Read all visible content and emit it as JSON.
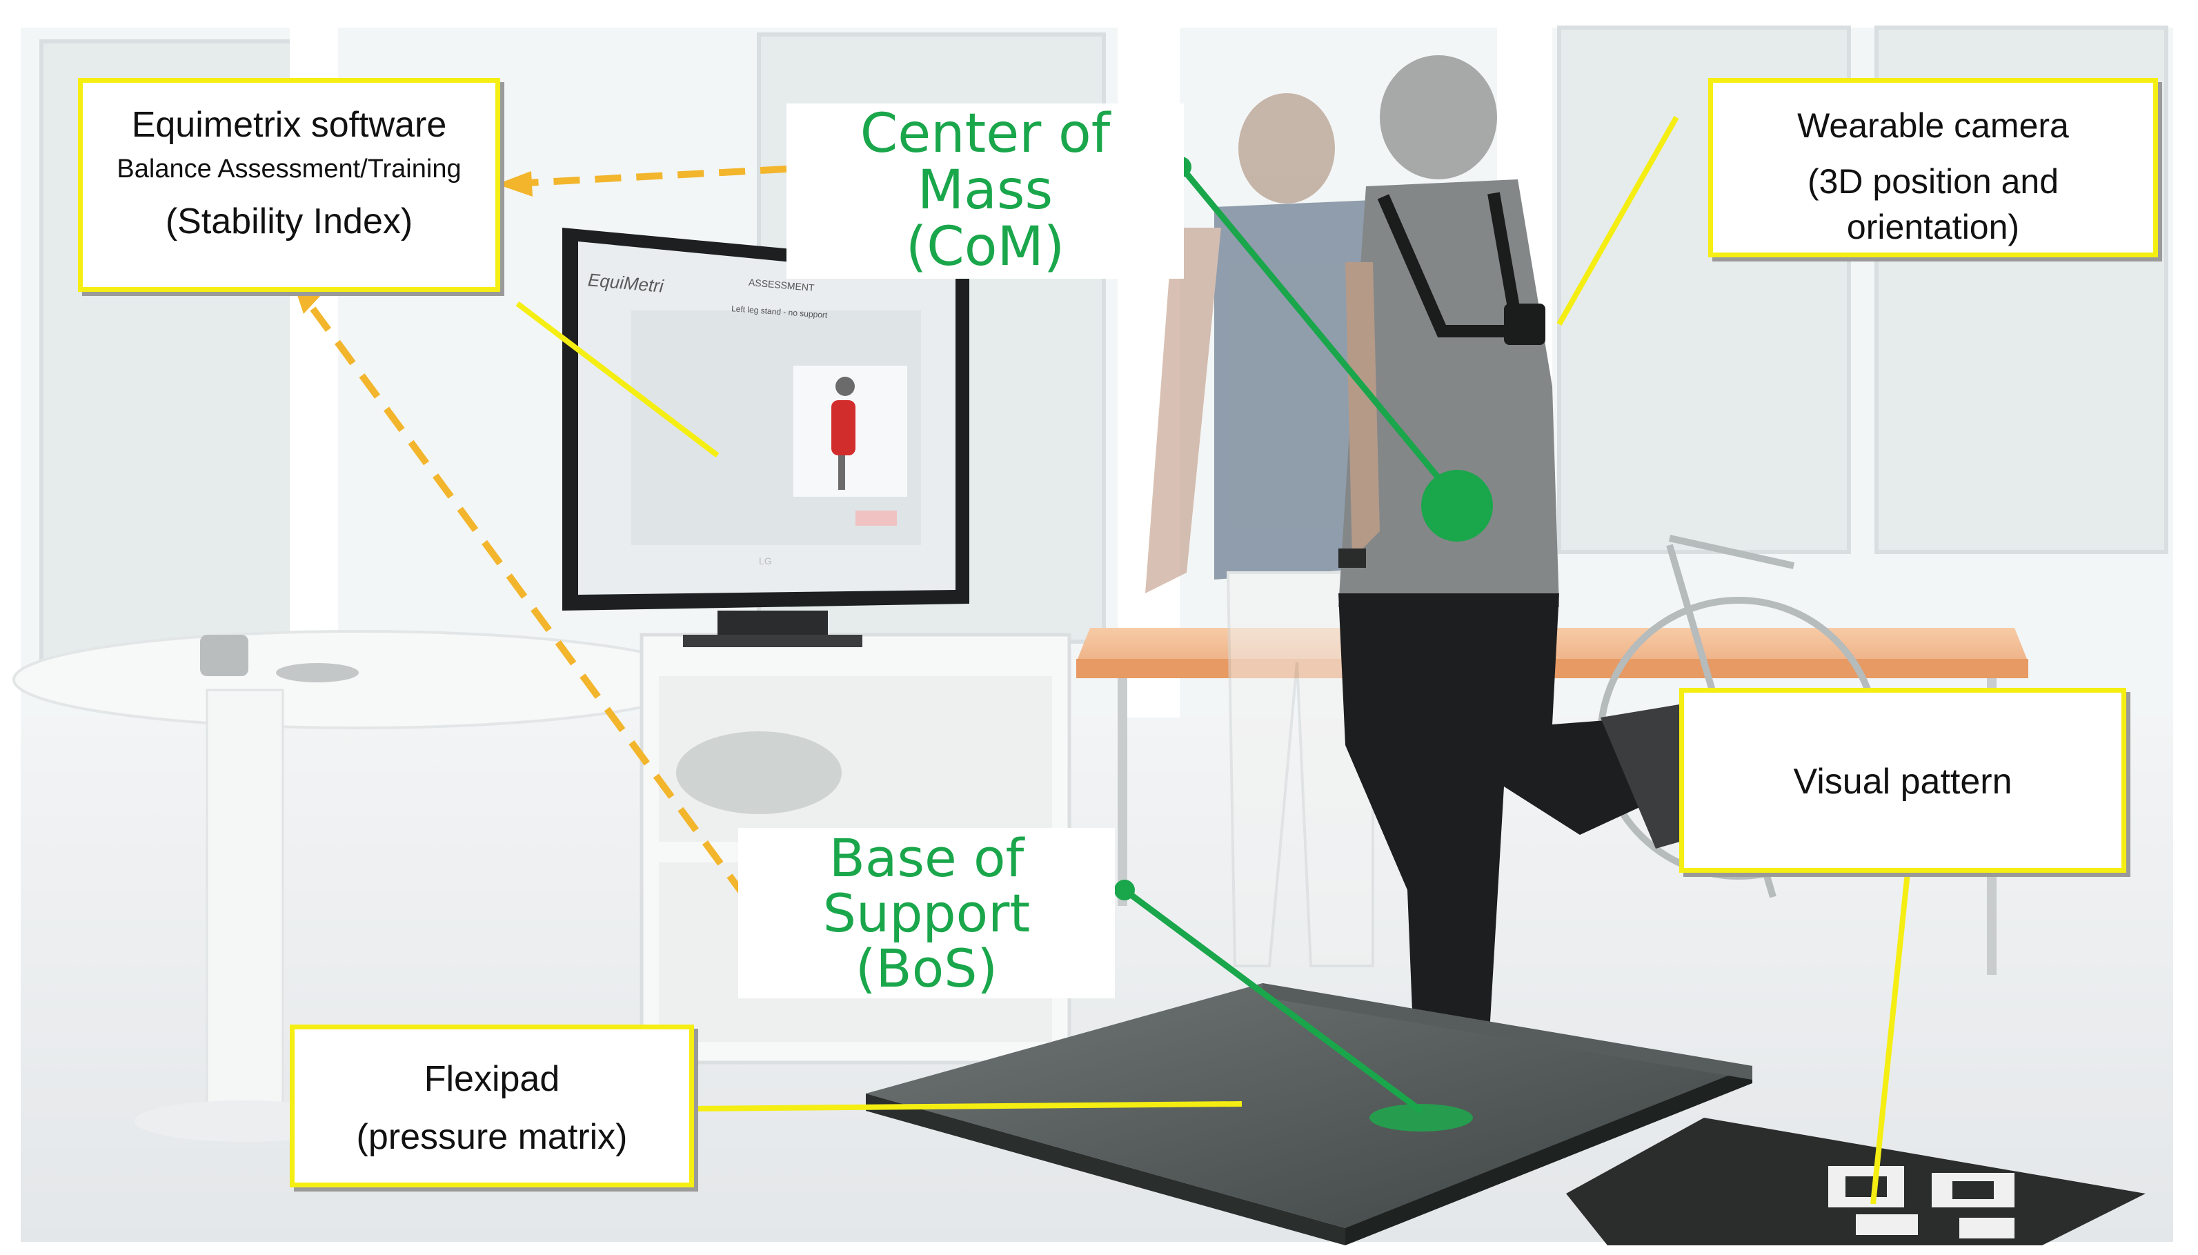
{
  "colors": {
    "yellow": "#f5ee12",
    "orange_dash": "#f2b52c",
    "green": "#1aa64b",
    "callout_text": "#111111"
  },
  "callouts": {
    "software": {
      "line1": "Equimetrix  software",
      "line2": "Balance Assessment/Training",
      "line3": "(Stability Index)"
    },
    "camera": {
      "line1": "Wearable camera",
      "line2": "(3D position and",
      "line3": "orientation)"
    },
    "visual": {
      "line1": "Visual pattern"
    },
    "flexipad": {
      "line1": "Flexipad",
      "line2": "(pressure matrix)"
    }
  },
  "labels": {
    "com": {
      "line1": "Center of Mass",
      "line2": "(CoM)"
    },
    "bos": {
      "line1": "Base of",
      "line2": "Support (BoS)"
    }
  },
  "monitor": {
    "logo": "EquiMetri",
    "header": "ASSESSMENT",
    "subheader": "Left leg stand - no support",
    "brand": "LG"
  },
  "icons": {
    "com_marker": "circle",
    "arrow_to_software": "dashed-arrow-left"
  }
}
